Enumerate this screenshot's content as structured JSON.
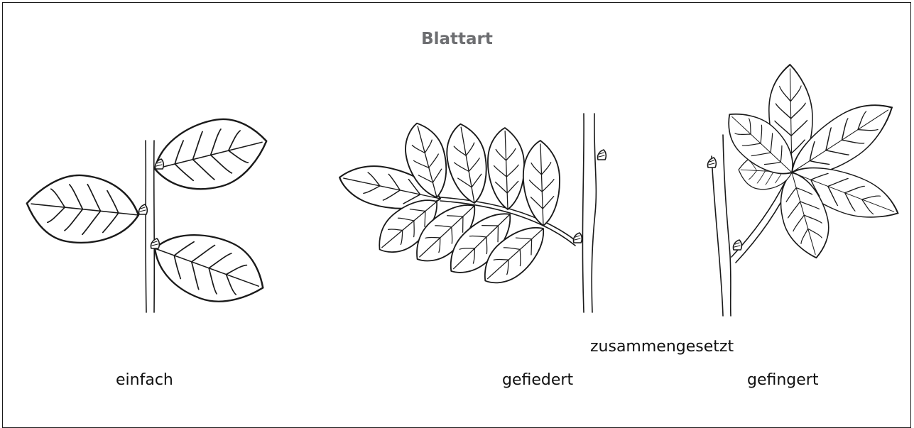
{
  "title": "Blattart",
  "labels": {
    "simple": "einfach",
    "compound": "zusammengesetzt",
    "pinnate": "gefiedert",
    "palmate": "gefingert"
  }
}
